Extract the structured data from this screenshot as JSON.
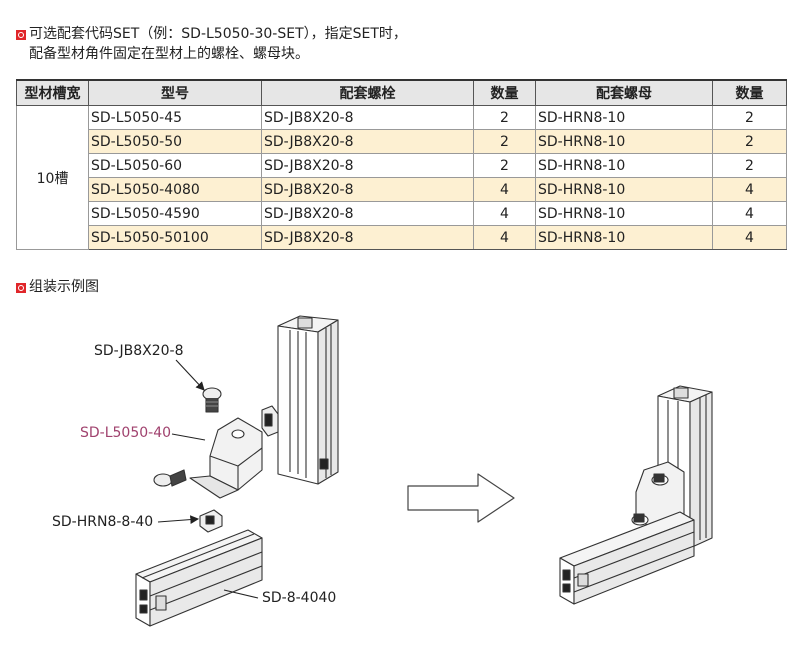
{
  "intro": {
    "line1": "可选配套代码SET（例：SD-L5050-30-SET），指定SET时，",
    "line2": "配备型材角件固定在型材上的螺栓、螺母块。"
  },
  "table": {
    "headers": [
      "型材槽宽",
      "型号",
      "配套螺栓",
      "数量",
      "配套螺母",
      "数量"
    ],
    "group_label": "10槽",
    "rows": [
      {
        "model": "SD-L5050-45",
        "bolt": "SD-JB8X20-8",
        "bolt_qty": "2",
        "nut": "SD-HRN8-10",
        "nut_qty": "2"
      },
      {
        "model": "SD-L5050-50",
        "bolt": "SD-JB8X20-8",
        "bolt_qty": "2",
        "nut": "SD-HRN8-10",
        "nut_qty": "2"
      },
      {
        "model": "SD-L5050-60",
        "bolt": "SD-JB8X20-8",
        "bolt_qty": "2",
        "nut": "SD-HRN8-10",
        "nut_qty": "2"
      },
      {
        "model": "SD-L5050-4080",
        "bolt": "SD-JB8X20-8",
        "bolt_qty": "4",
        "nut": "SD-HRN8-10",
        "nut_qty": "4"
      },
      {
        "model": "SD-L5050-4590",
        "bolt": "SD-JB8X20-8",
        "bolt_qty": "4",
        "nut": "SD-HRN8-10",
        "nut_qty": "4"
      },
      {
        "model": "SD-L5050-50100",
        "bolt": "SD-JB8X20-8",
        "bolt_qty": "4",
        "nut": "SD-HRN8-10",
        "nut_qty": "4"
      }
    ]
  },
  "assembly": {
    "title": "组装示例图",
    "labels": {
      "bolt": "SD-JB8X20-8",
      "bracket": "SD-L5050-40",
      "nut": "SD-HRN8-8-40",
      "profile": "SD-8-4040"
    }
  },
  "colors": {
    "bullet": "#e0262a",
    "row_highlight": "#fdf0d2",
    "header_bg": "#e6e6e6",
    "bracket_label": "#a0426e"
  },
  "icons": [
    "square-bullet-icon",
    "right-arrow-icon"
  ]
}
